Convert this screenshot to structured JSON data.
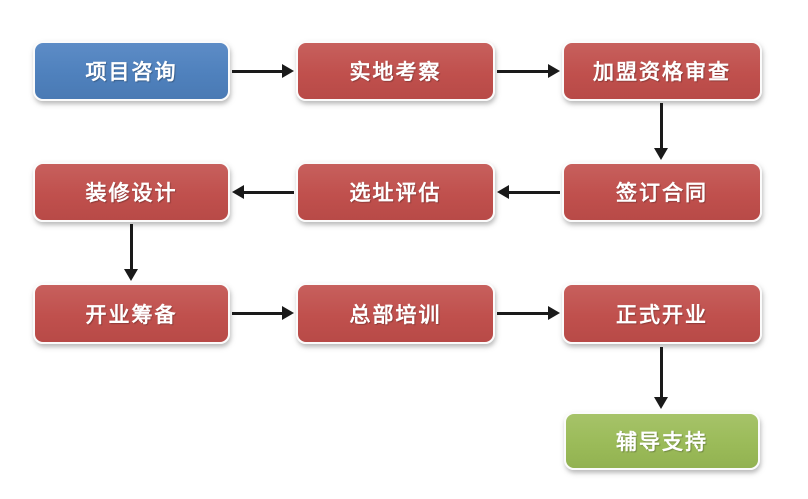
{
  "diagram": {
    "type": "flowchart",
    "nodes": [
      {
        "label": "项目咨询",
        "color": "#4F81BD",
        "variant": "blue",
        "row": 1,
        "col": 1
      },
      {
        "label": "实地考察",
        "color": "#C0504D",
        "variant": "red",
        "row": 1,
        "col": 2
      },
      {
        "label": "加盟资格审查",
        "color": "#C0504D",
        "variant": "red",
        "row": 1,
        "col": 3
      },
      {
        "label": "签订合同",
        "color": "#C0504D",
        "variant": "red",
        "row": 2,
        "col": 3
      },
      {
        "label": "选址评估",
        "color": "#C0504D",
        "variant": "red",
        "row": 2,
        "col": 2
      },
      {
        "label": "装修设计",
        "color": "#C0504D",
        "variant": "red",
        "row": 2,
        "col": 1
      },
      {
        "label": "开业筹备",
        "color": "#C0504D",
        "variant": "red",
        "row": 3,
        "col": 1
      },
      {
        "label": "总部培训",
        "color": "#C0504D",
        "variant": "red",
        "row": 3,
        "col": 2
      },
      {
        "label": "正式开业",
        "color": "#C0504D",
        "variant": "red",
        "row": 3,
        "col": 3
      },
      {
        "label": "辅导支持",
        "color": "#9BBB59",
        "variant": "green",
        "row": 4,
        "col": 3
      }
    ],
    "edges": [
      {
        "from": "项目咨询",
        "to": "实地考察",
        "direction": "right"
      },
      {
        "from": "实地考察",
        "to": "加盟资格审查",
        "direction": "right"
      },
      {
        "from": "加盟资格审查",
        "to": "签订合同",
        "direction": "down"
      },
      {
        "from": "签订合同",
        "to": "选址评估",
        "direction": "left"
      },
      {
        "from": "选址评估",
        "to": "装修设计",
        "direction": "left"
      },
      {
        "from": "装修设计",
        "to": "开业筹备",
        "direction": "down"
      },
      {
        "from": "开业筹备",
        "to": "总部培训",
        "direction": "right"
      },
      {
        "from": "总部培训",
        "to": "正式开业",
        "direction": "right"
      },
      {
        "from": "正式开业",
        "to": "辅导支持",
        "direction": "down"
      }
    ],
    "colors": {
      "start_node": "#4F81BD",
      "process_node": "#C0504D",
      "end_node": "#9BBB59",
      "arrow": "#1A1A1A",
      "text": "#FFFFFF",
      "background": "#FFFFFF"
    }
  }
}
